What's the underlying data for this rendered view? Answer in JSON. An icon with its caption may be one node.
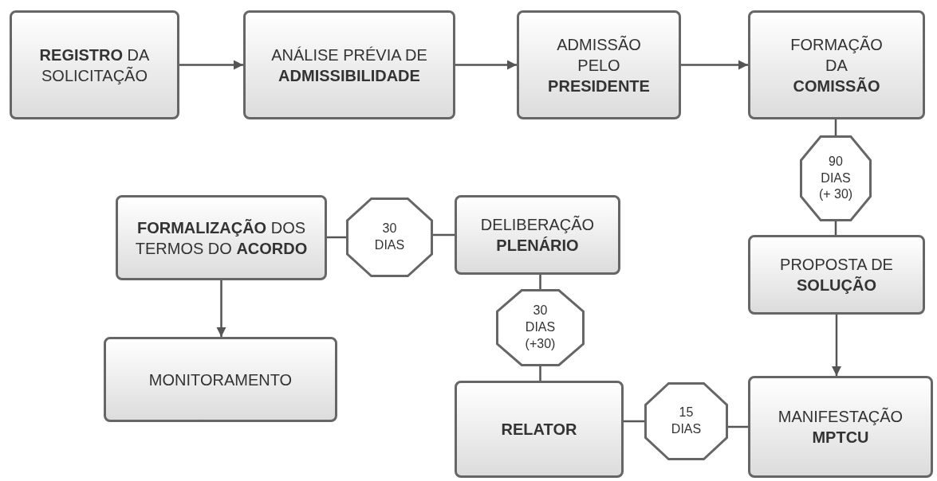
{
  "diagram": {
    "nodes": [
      {
        "text": [
          "**REGISTRO** DA SOLICITAÇÃO"
        ]
      },
      {
        "text": [
          "ANÁLISE PRÉVIA DE **ADMISSIBILIDADE**"
        ]
      },
      {
        "text": [
          "ADMISSÃO PELO **PRESIDENTE**"
        ]
      },
      {
        "text": [
          "FORMAÇÃO DA **COMISSÃO**"
        ]
      },
      {
        "text": [
          "90 DIAS (+ 30)"
        ]
      },
      {
        "text": [
          "**FORMALIZAÇÃO** DOS TERMOS DO **ACORDO**"
        ]
      },
      {
        "text": [
          "30 DIAS"
        ]
      },
      {
        "text": [
          "DELIBERAÇÃO **PLENÁRIO**"
        ]
      },
      {
        "text": [
          "PROPOSTA DE **SOLUÇÃO**"
        ]
      },
      {
        "text": [
          "30 DIAS (+30)"
        ]
      },
      {
        "text": [
          "MONITORAMENTO"
        ]
      },
      {
        "text": [
          "RELATOR"
        ]
      },
      {
        "text": [
          "15 DIAS"
        ]
      },
      {
        "text": [
          "MANIFESTAÇÃO **MPTCU**"
        ]
      }
    ],
    "edges": [
      {
        "from": 0,
        "to": 1,
        "arrow": "to"
      },
      {
        "from": 1,
        "to": 2,
        "arrow": "to"
      },
      {
        "from": 2,
        "to": 3,
        "arrow": "to"
      },
      {
        "from": 3,
        "to": 4,
        "arrow": "none"
      },
      {
        "from": 4,
        "to": 8,
        "arrow": "none"
      },
      {
        "from": 8,
        "to": 13,
        "arrow": "to"
      },
      {
        "from": 13,
        "to": 12,
        "arrow": "none"
      },
      {
        "from": 12,
        "to": 11,
        "arrow": "none"
      },
      {
        "from": 11,
        "to": 9,
        "arrow": "none"
      },
      {
        "from": 9,
        "to": 7,
        "arrow": "none"
      },
      {
        "from": 7,
        "to": 6,
        "arrow": "none"
      },
      {
        "from": 6,
        "to": 5,
        "arrow": "none"
      },
      {
        "from": 5,
        "to": 10,
        "arrow": "to"
      }
    ]
  }
}
